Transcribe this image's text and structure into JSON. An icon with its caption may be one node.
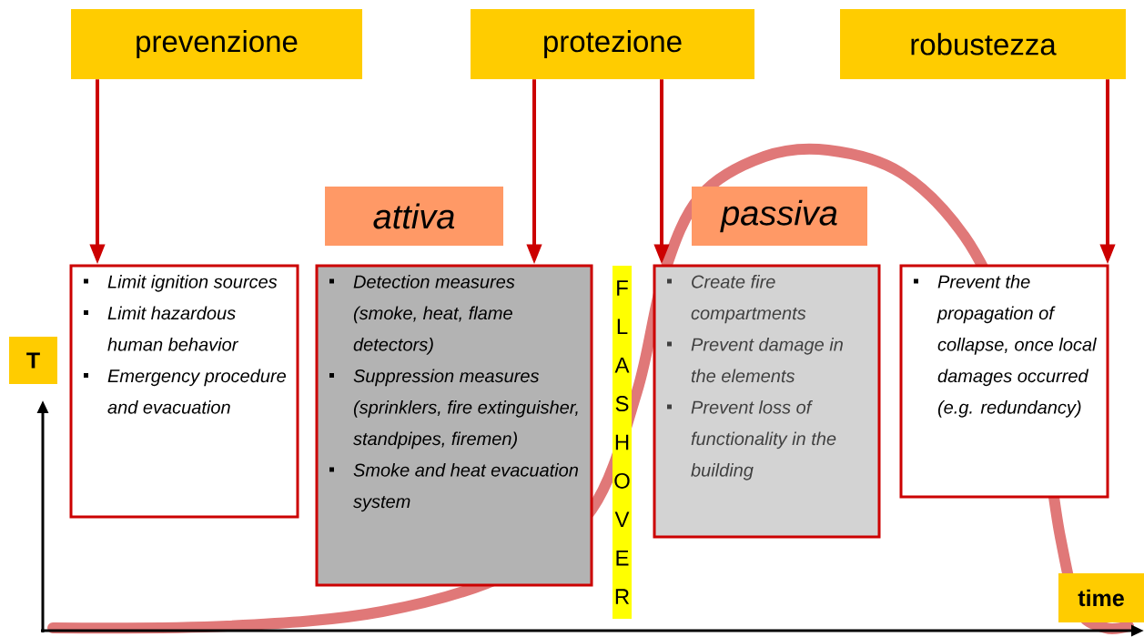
{
  "diagram": {
    "nodes": [
      {
        "text": [
          "prevenzione"
        ]
      },
      {
        "text": [
          "protezione"
        ]
      },
      {
        "text": [
          "robustezza"
        ]
      },
      {
        "text": [
          "attiva"
        ]
      },
      {
        "text": [
          "passiva"
        ]
      },
      {
        "text": [
          "Limit ignition sources",
          "Limit hazardous human behavior",
          "Emergency procedure and evacuation"
        ]
      },
      {
        "text": [
          "Detection measures (smoke, heat, flame detectors)",
          "Suppression measures (sprinklers, fire extinguisher, standpipes, firemen)",
          "Smoke and heat evacuation system"
        ]
      },
      {
        "text": [
          "FLASHOVER"
        ]
      },
      {
        "text": [
          "Create fire compartments",
          "Prevent damage in the elements",
          "Prevent loss of functionality in the building"
        ]
      },
      {
        "text": [
          "Prevent the propagation of collapse, once local damages occurred (e.g. redundancy)"
        ]
      },
      {
        "text": [
          "T"
        ]
      },
      {
        "text": [
          "time"
        ]
      }
    ],
    "edges": [
      {
        "from": 0,
        "to": 5,
        "arrow": "to"
      },
      {
        "from": 1,
        "to": 6,
        "arrow": "to"
      },
      {
        "from": 1,
        "to": 8,
        "arrow": "to"
      },
      {
        "from": 2,
        "to": 9,
        "arrow": "to"
      }
    ]
  }
}
